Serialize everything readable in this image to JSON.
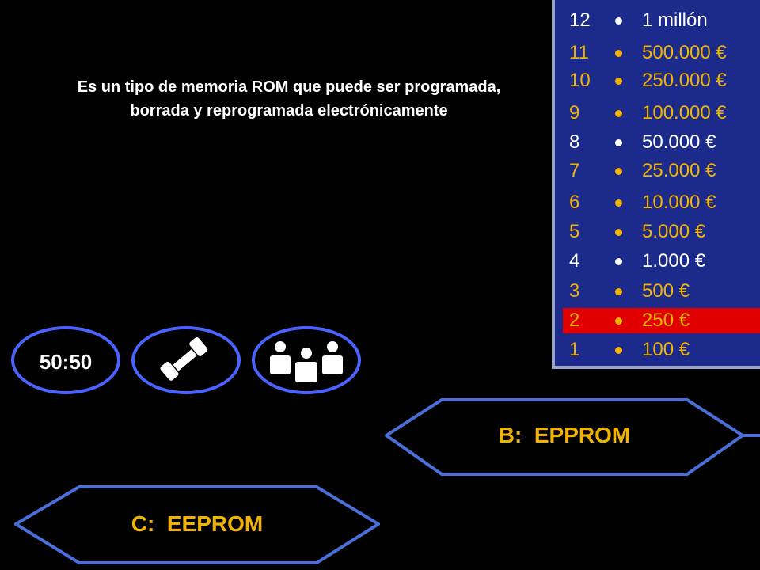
{
  "question": {
    "text": "Es un tipo de memoria ROM que puede ser programada, borrada y reprogramada electrónicamente"
  },
  "prize_ladder": [
    {
      "level": "12",
      "amount": "1 millón",
      "color": "white"
    },
    {
      "level": "11",
      "amount": "500.000 €",
      "color": "gold"
    },
    {
      "level": "10",
      "amount": "250.000 €",
      "color": "gold"
    },
    {
      "level": "9",
      "amount": "100.000 €",
      "color": "gold"
    },
    {
      "level": "8",
      "amount": "50.000 €",
      "color": "white"
    },
    {
      "level": "7",
      "amount": "25.000 €",
      "color": "gold"
    },
    {
      "level": "6",
      "amount": "10.000 €",
      "color": "gold"
    },
    {
      "level": "5",
      "amount": "5.000 €",
      "color": "gold"
    },
    {
      "level": "4",
      "amount": "1.000 €",
      "color": "white"
    },
    {
      "level": "3",
      "amount": "500 €",
      "color": "gold"
    },
    {
      "level": "2",
      "amount": "250 €",
      "color": "gold",
      "current": true
    },
    {
      "level": "1",
      "amount": "100 €",
      "color": "gold"
    }
  ],
  "lifelines": {
    "fifty_fifty_label": "50:50",
    "phone_icon": "phone-icon",
    "audience_icon": "audience-icon"
  },
  "answers": {
    "b_label": "B:  EPPROM",
    "c_label": "C:  EEPROM"
  },
  "colors": {
    "background": "#000000",
    "ladder_bg": "#1c2a8c",
    "gold": "#f0b400",
    "current_level": "#e10000",
    "lifeline_border": "#4a63ff",
    "answer_border": "#4a6fd8"
  }
}
